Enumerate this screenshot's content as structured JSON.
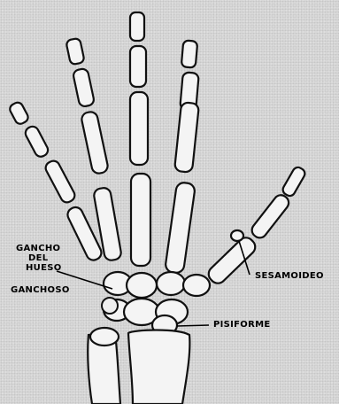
{
  "labels": {
    "gancho": [
      "GANCHO",
      "DEL",
      "HUESO",
      "GANCHOSO"
    ],
    "sesamoideo": "SESAMOIDEO",
    "pisiforme": "PISIFORME"
  }
}
